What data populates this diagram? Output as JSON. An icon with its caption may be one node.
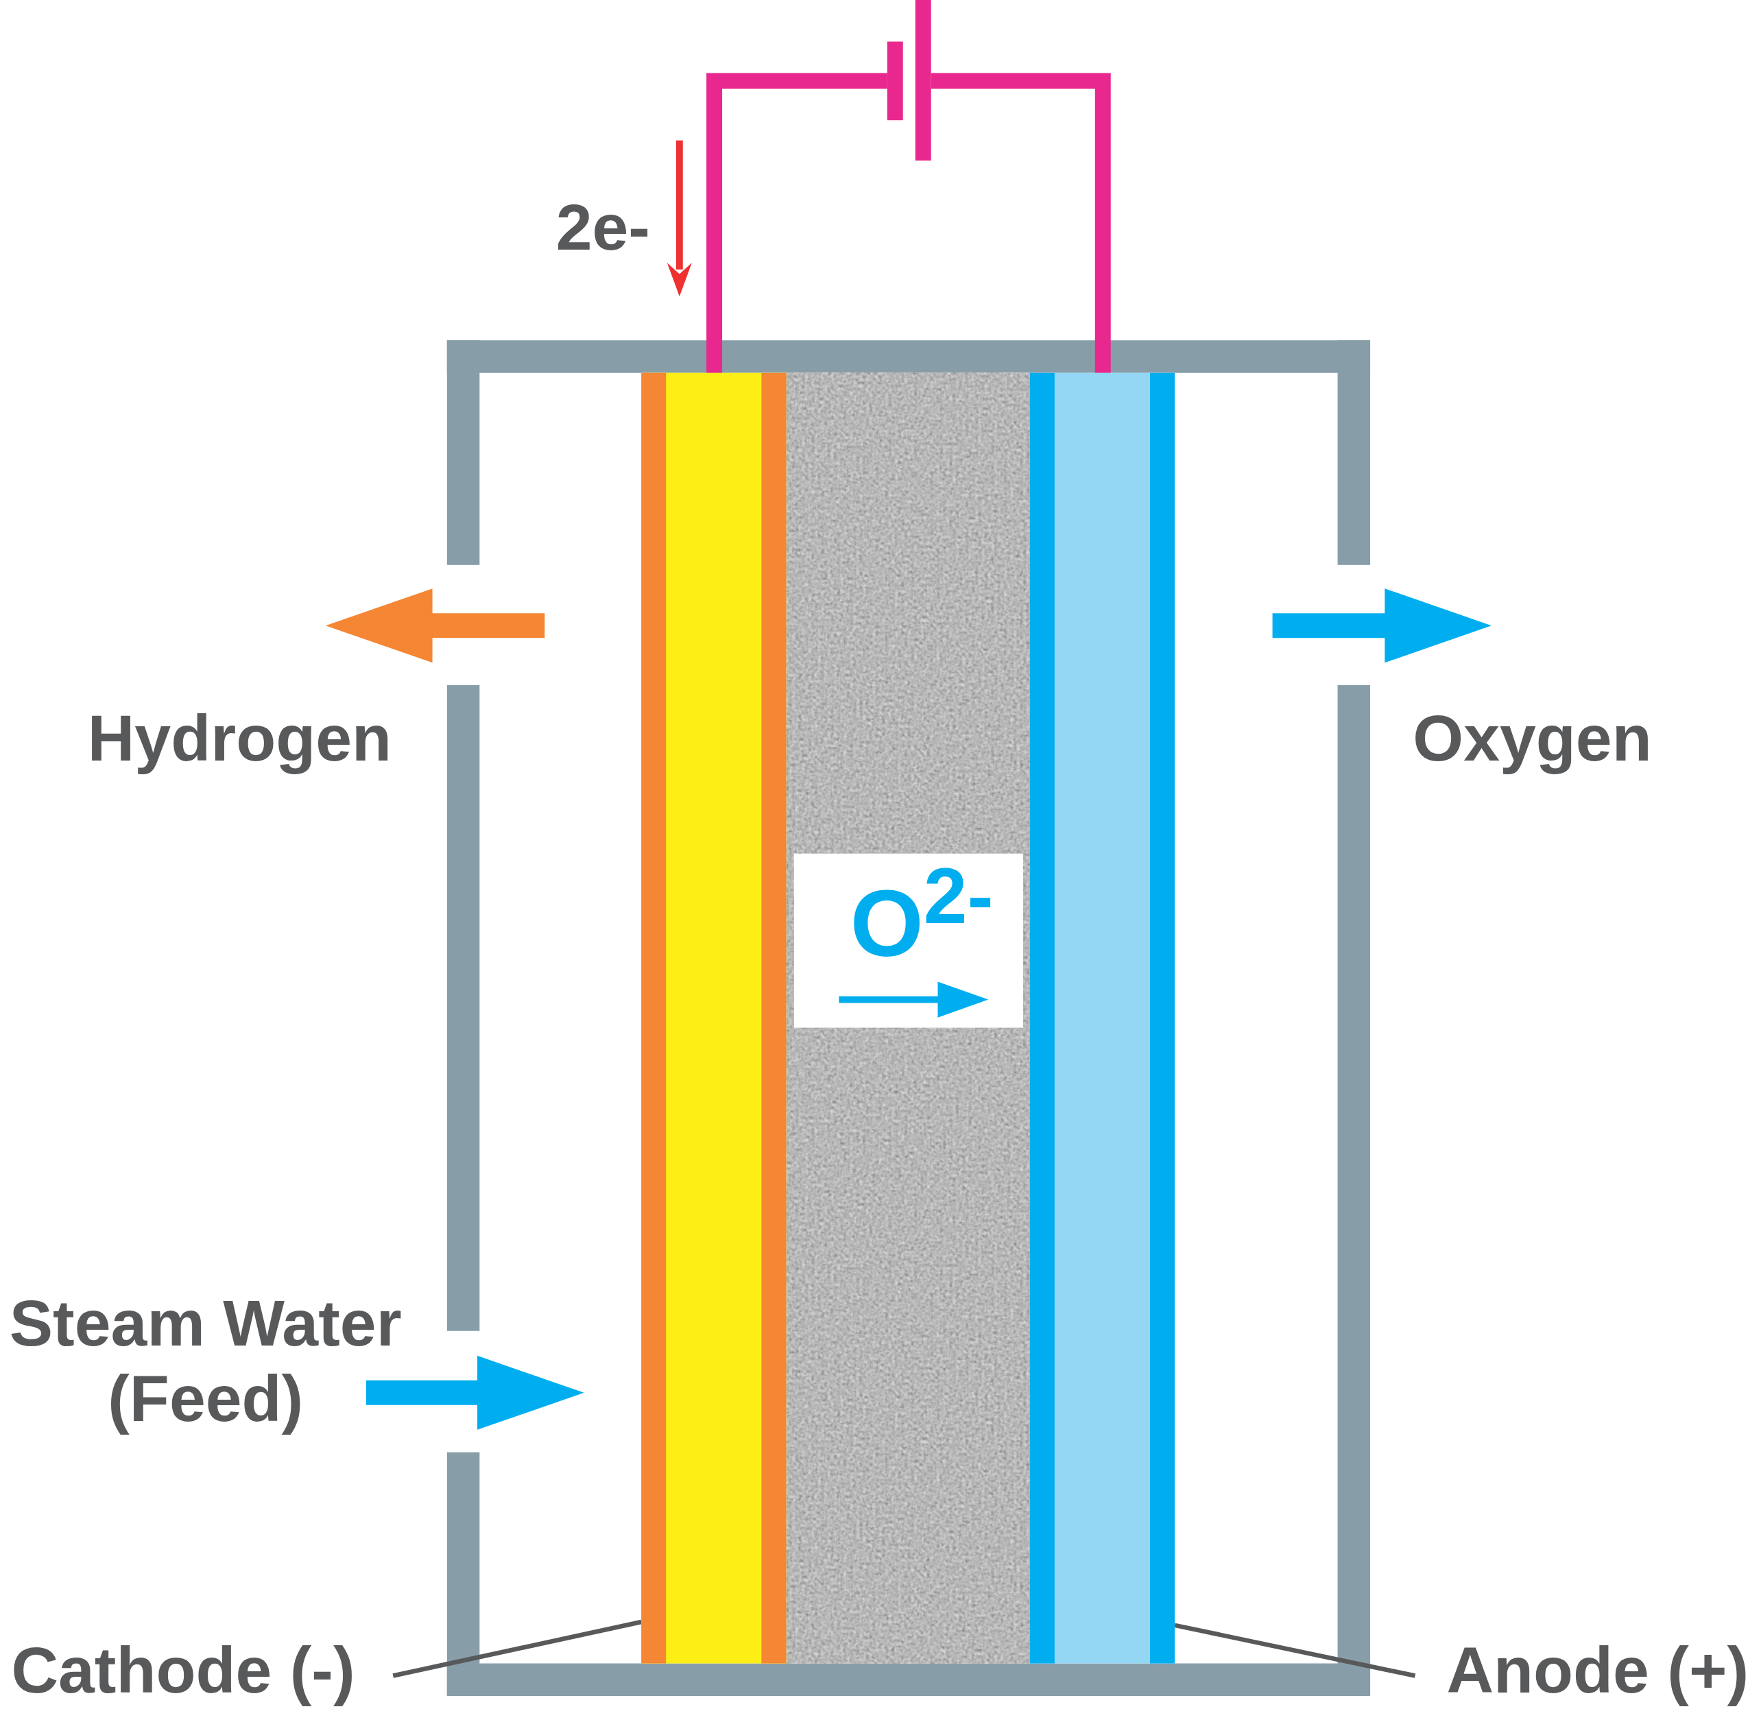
{
  "diagram": {
    "nodes": [
      {
        "text": [],
        "shape": "bar"
      },
      {
        "text": [],
        "shape": "bar"
      },
      {
        "text": [
          "Cathode (-)"
        ]
      },
      {
        "text": [
          "Anode (+)"
        ]
      },
      {
        "text": [],
        "shape": "battery"
      }
    ],
    "edges": [
      {
        "from": 2,
        "to": 0,
        "arrow": "none"
      },
      {
        "from": 3,
        "to": 1,
        "arrow": "none"
      },
      {
        "from": 0,
        "to": 4,
        "arrow": "none",
        "style": "thick",
        "color": "#e8288e"
      },
      {
        "from": 4,
        "to": 1,
        "arrow": "none",
        "style": "thick",
        "color": "#e8288e"
      }
    ],
    "labels": [
      "2e-",
      "Hydrogen",
      "Oxygen",
      "O$^{2-}$",
      "Steam Water (Feed)"
    ]
  }
}
